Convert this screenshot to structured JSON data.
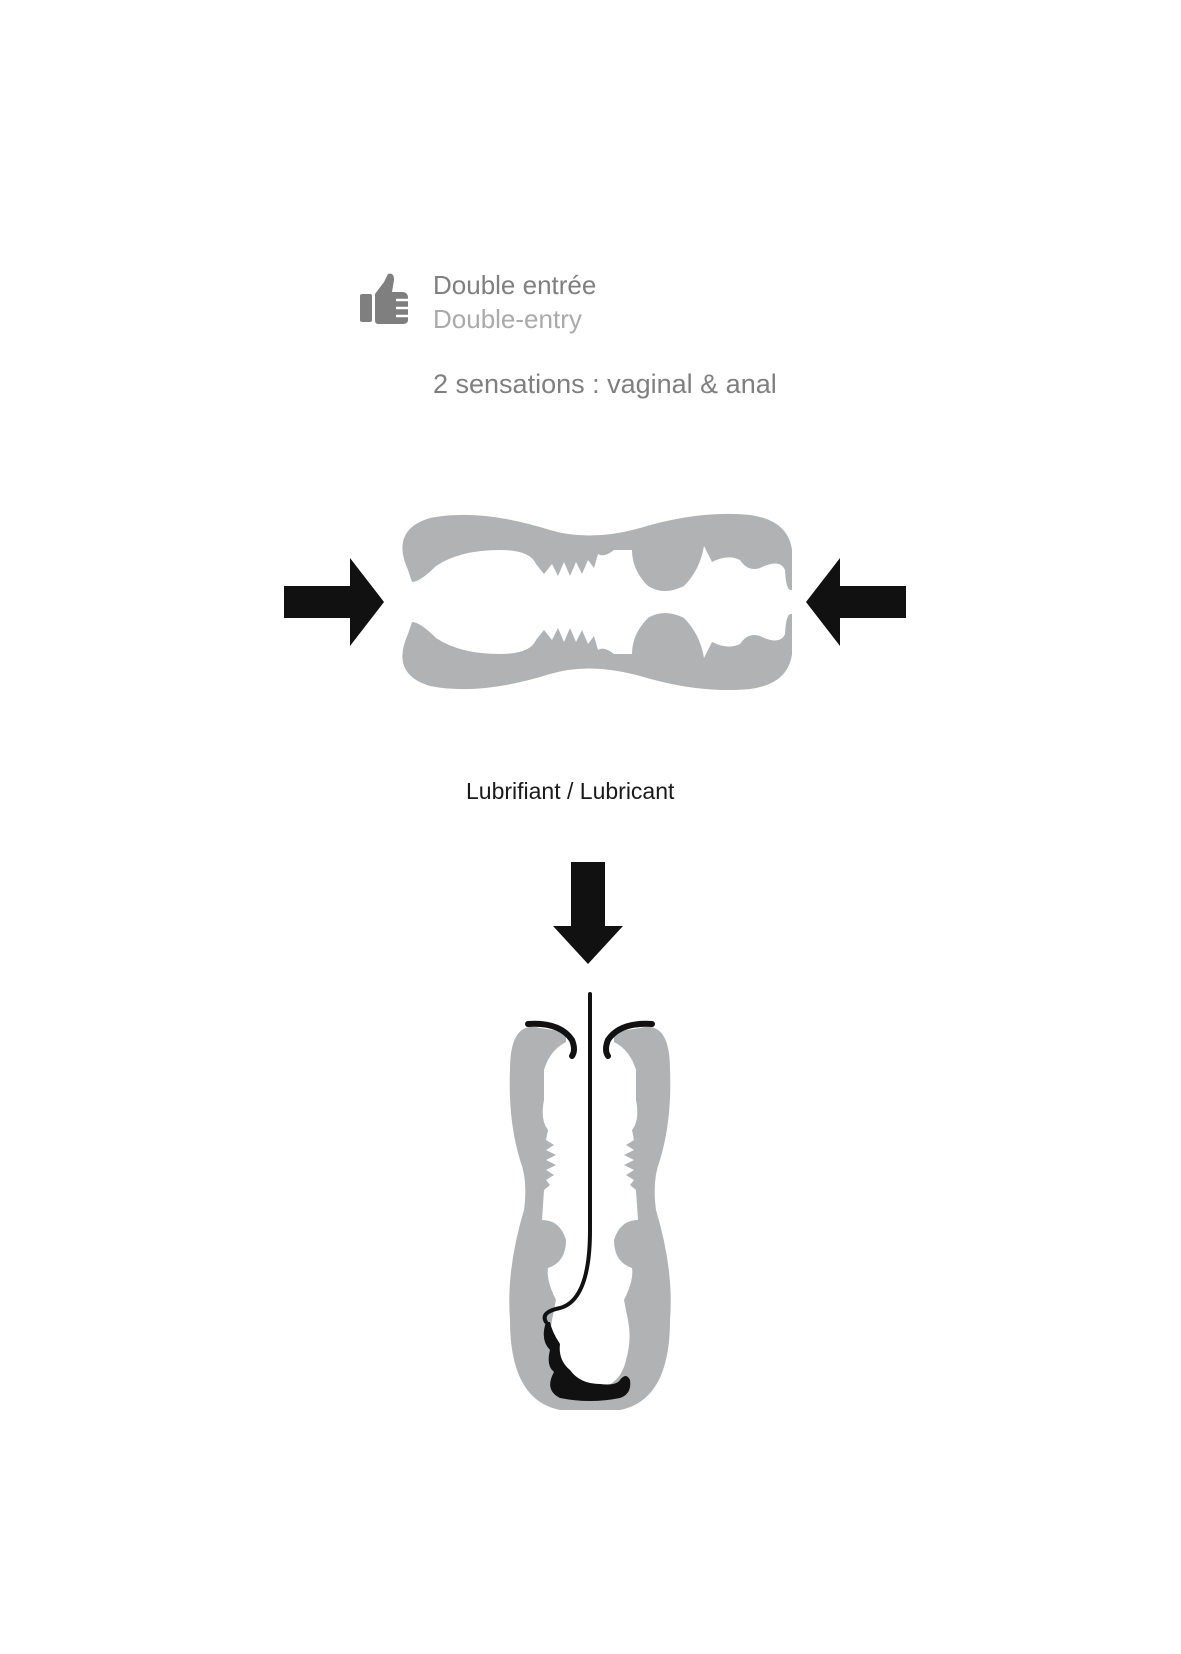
{
  "header": {
    "icon": "thumbs-up-icon",
    "title_fr": "Double entrée",
    "title_en": "Double-entry",
    "subtitle": "2 sensations : vaginal & anal"
  },
  "diagram_top": {
    "description": "Cross-section of sleeve squeezed from both ends",
    "left_arrow": "arrow-right-icon",
    "right_arrow": "arrow-left-icon"
  },
  "lubricant": {
    "label": "Lubrifiant / Lubricant"
  },
  "diagram_bottom": {
    "description": "Vertical cross-section with lubricant applied from top",
    "arrow": "arrow-down-icon"
  },
  "colors": {
    "shape_gray": "#b1b2b3",
    "arrow_black": "#111111",
    "text_gray": "#7f7f7f",
    "text_light_gray": "#aaaaaa"
  }
}
